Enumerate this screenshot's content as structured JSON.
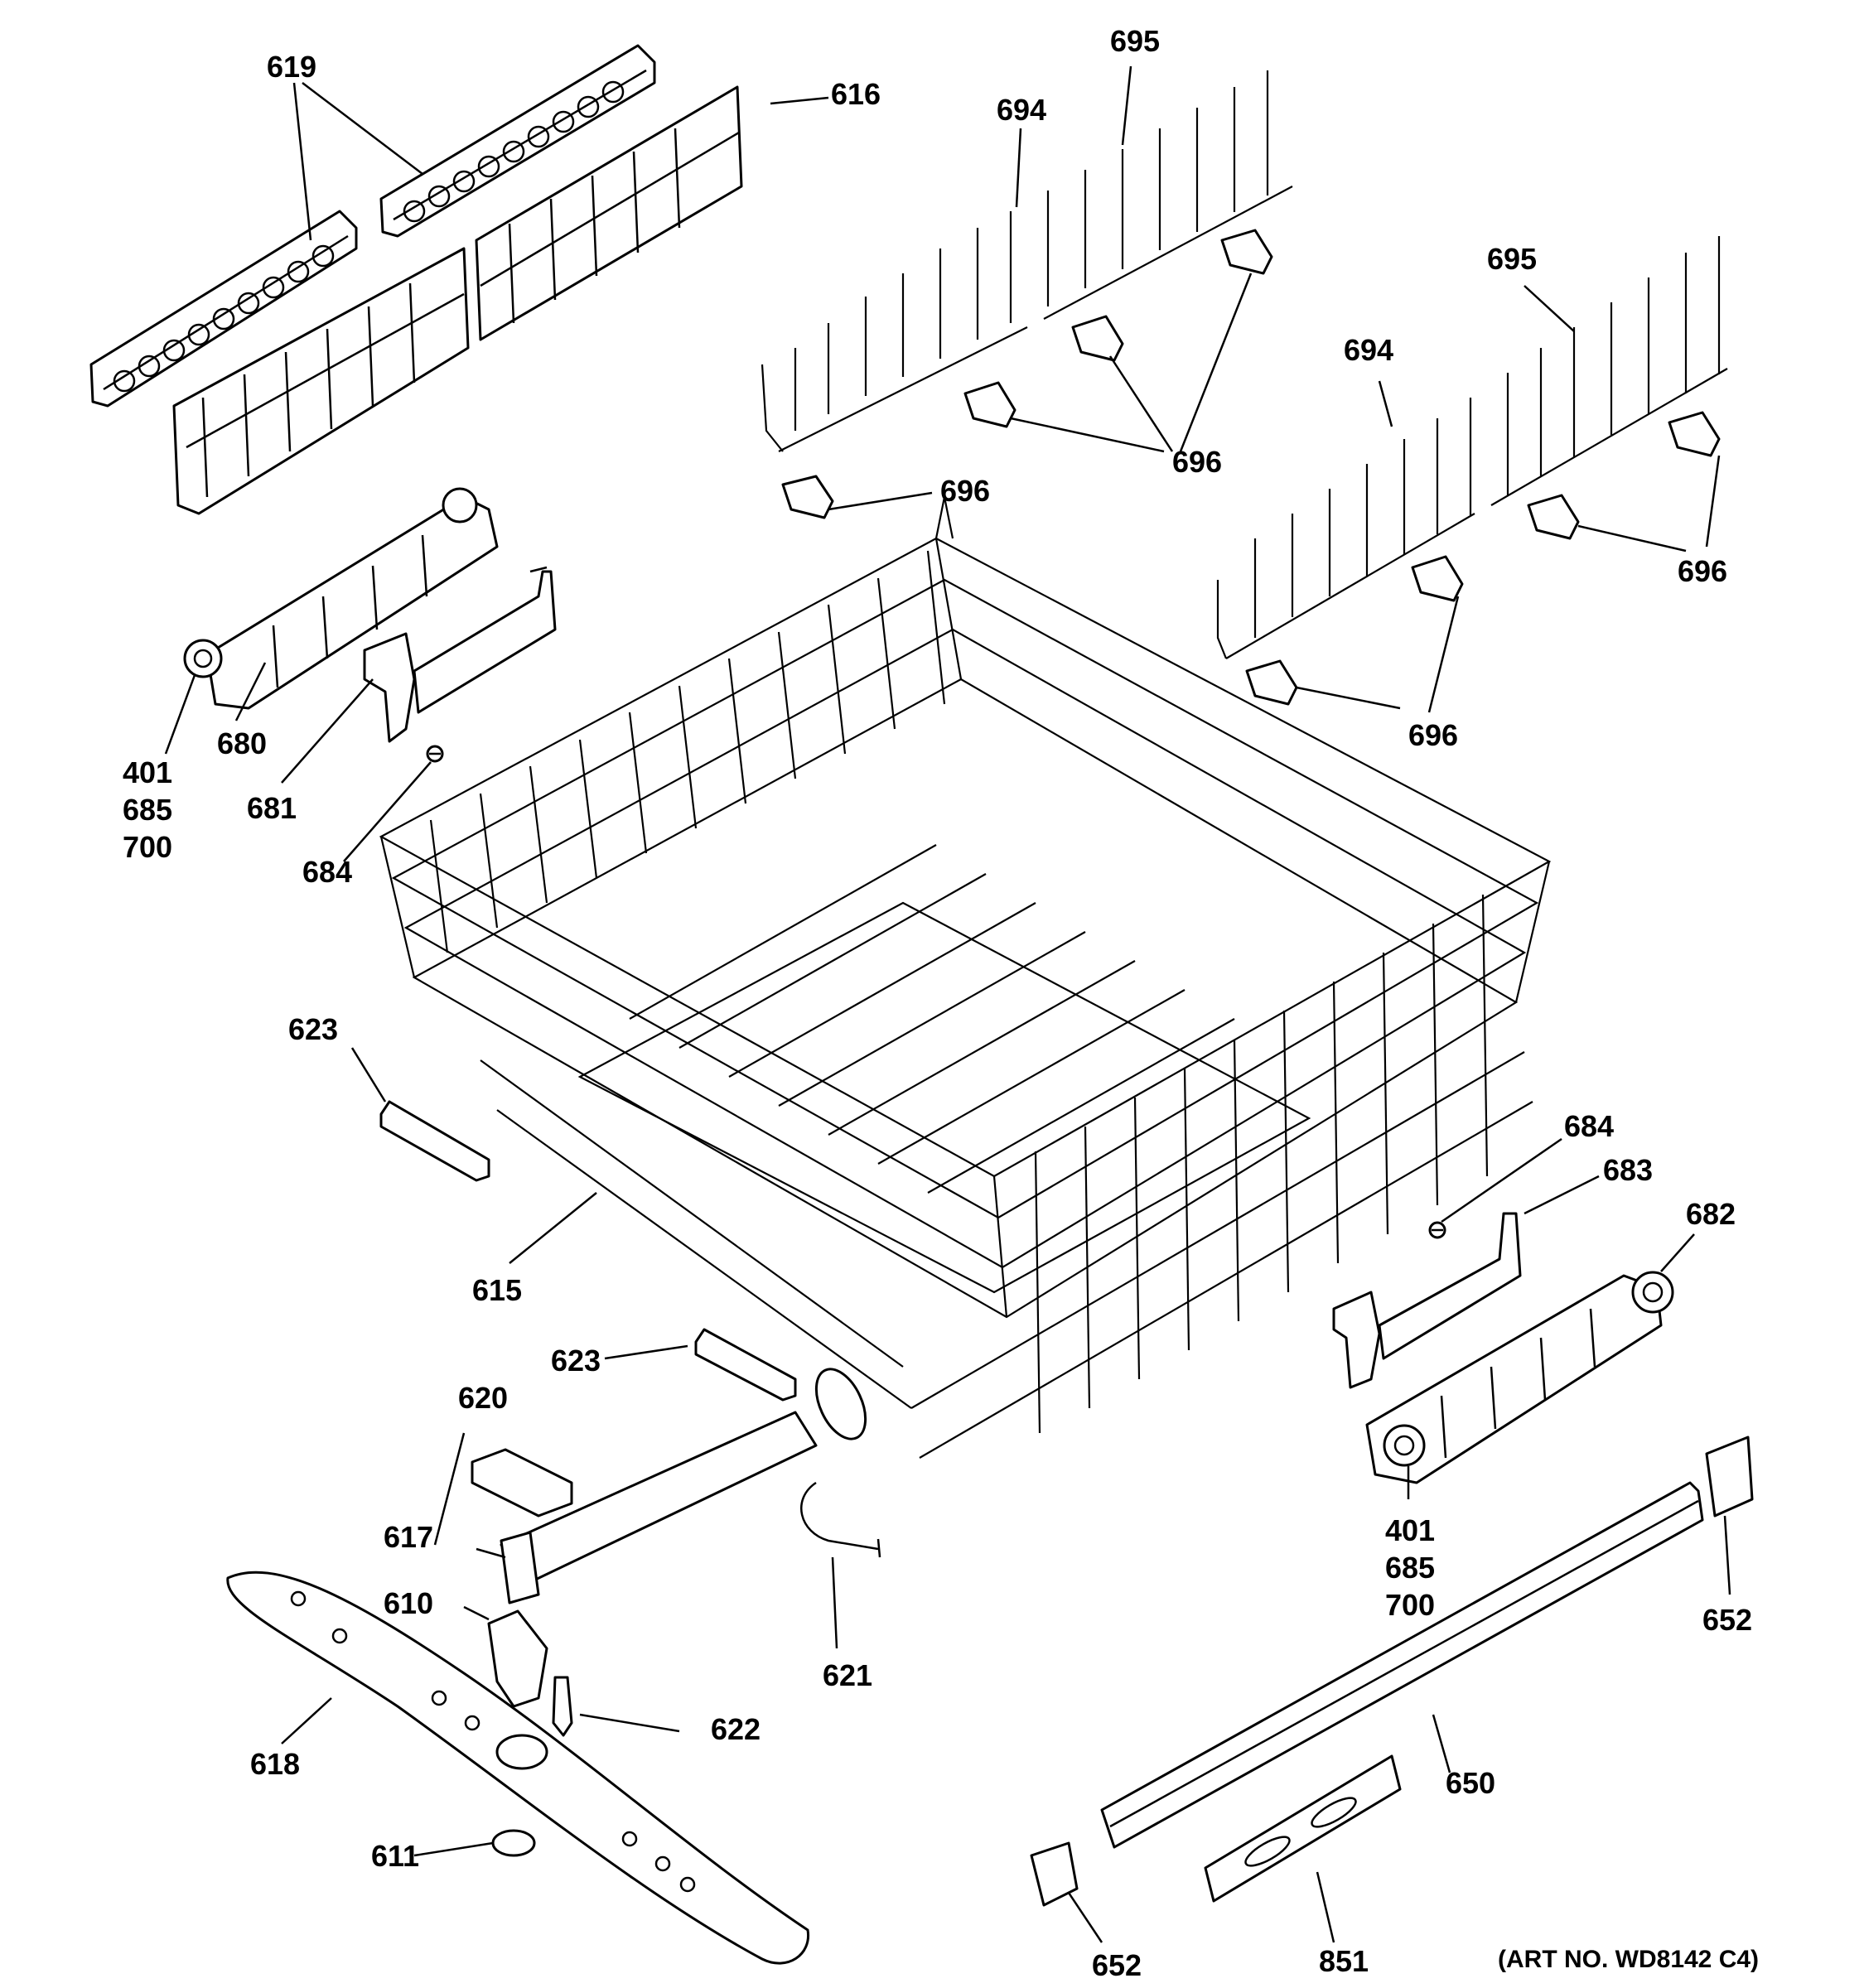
{
  "callouts": {
    "c619": "619",
    "c616": "616",
    "c694a": "694",
    "c695a": "695",
    "c695b": "695",
    "c694b": "694",
    "c696a": "696",
    "c696b": "696",
    "c696c": "696",
    "c696d": "696",
    "c401a": "401",
    "c685a": "685",
    "c700a": "700",
    "c680": "680",
    "c681": "681",
    "c684a": "684",
    "c623a": "623",
    "c615": "615",
    "c623b": "623",
    "c684b": "684",
    "c683": "683",
    "c682": "682",
    "c401b": "401",
    "c685b": "685",
    "c700b": "700",
    "c620": "620",
    "c617": "617",
    "c610": "610",
    "c621": "621",
    "c622": "622",
    "c618": "618",
    "c611": "611",
    "c650": "650",
    "c652a": "652",
    "c652b": "652",
    "c851": "851"
  },
  "art_number": "(ART NO. WD8142 C4)"
}
